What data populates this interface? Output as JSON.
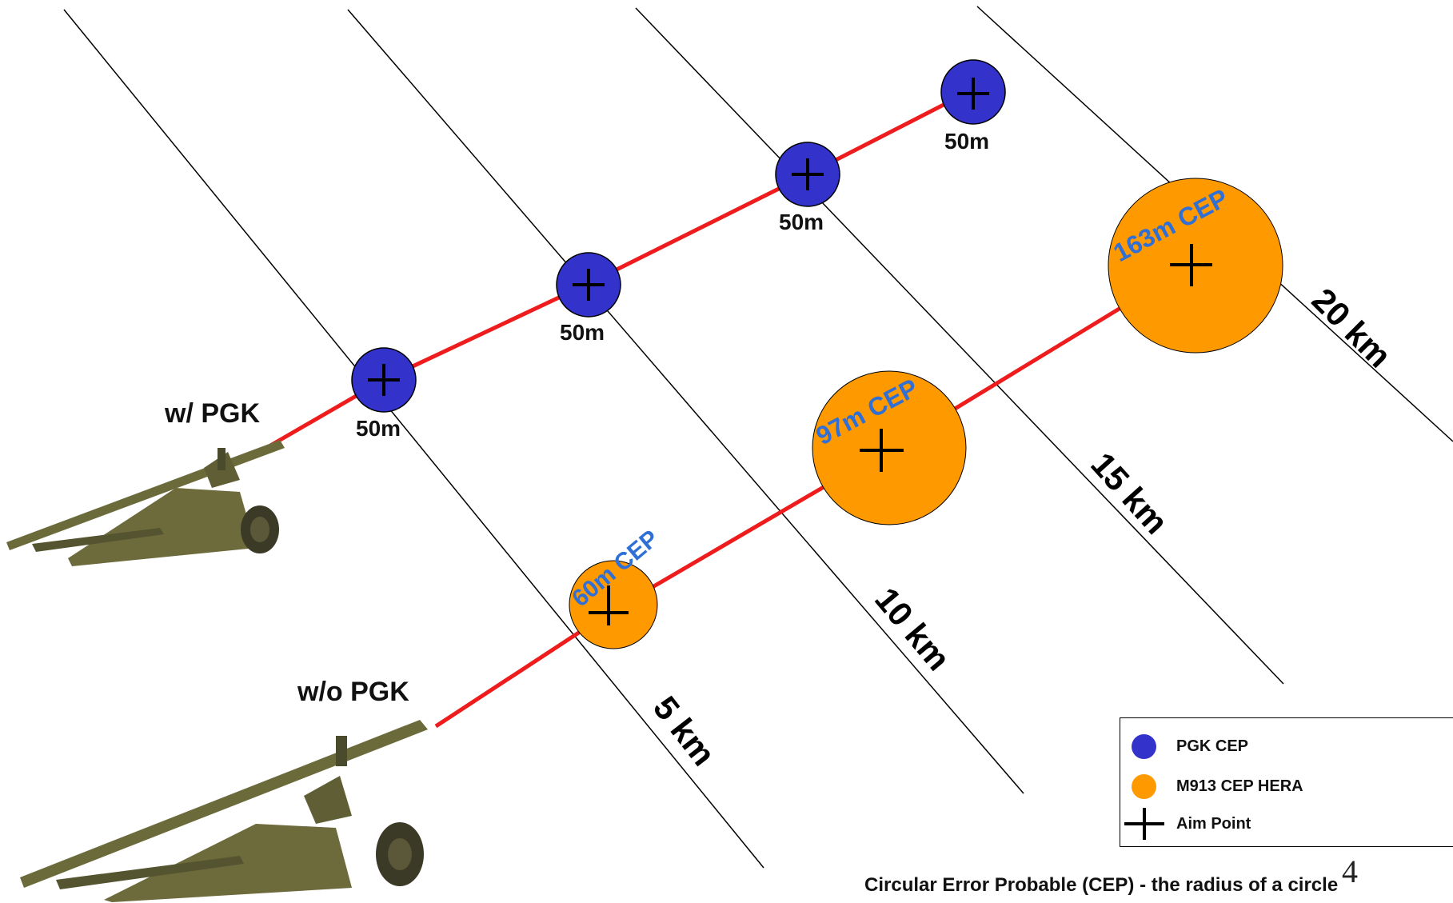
{
  "diagram": {
    "range_lines": [
      {
        "label": "5 km"
      },
      {
        "label": "10 km"
      },
      {
        "label": "15 km"
      },
      {
        "label": "20 km"
      }
    ],
    "with_pgk": {
      "label": "w/ PGK",
      "cep_labels": [
        "50m",
        "50m",
        "50m",
        "50m"
      ]
    },
    "without_pgk": {
      "label": "w/o PGK",
      "cep_labels": [
        "60m CEP",
        "97m CEP",
        "163m CEP"
      ]
    },
    "colors": {
      "pgk": "#3333cc",
      "hera": "#ff9900",
      "trajectory": "#ee1c1c",
      "cep_text": "#2f6fd6"
    }
  },
  "legend": {
    "items": [
      {
        "label": "PGK CEP",
        "symbol": "blue-circle"
      },
      {
        "label": "M913 CEP HERA",
        "symbol": "orange-circle"
      },
      {
        "label": "Aim Point",
        "symbol": "cross"
      }
    ]
  },
  "caption": "Circular Error Probable (CEP) - the radius of a circle",
  "page_number": "4"
}
